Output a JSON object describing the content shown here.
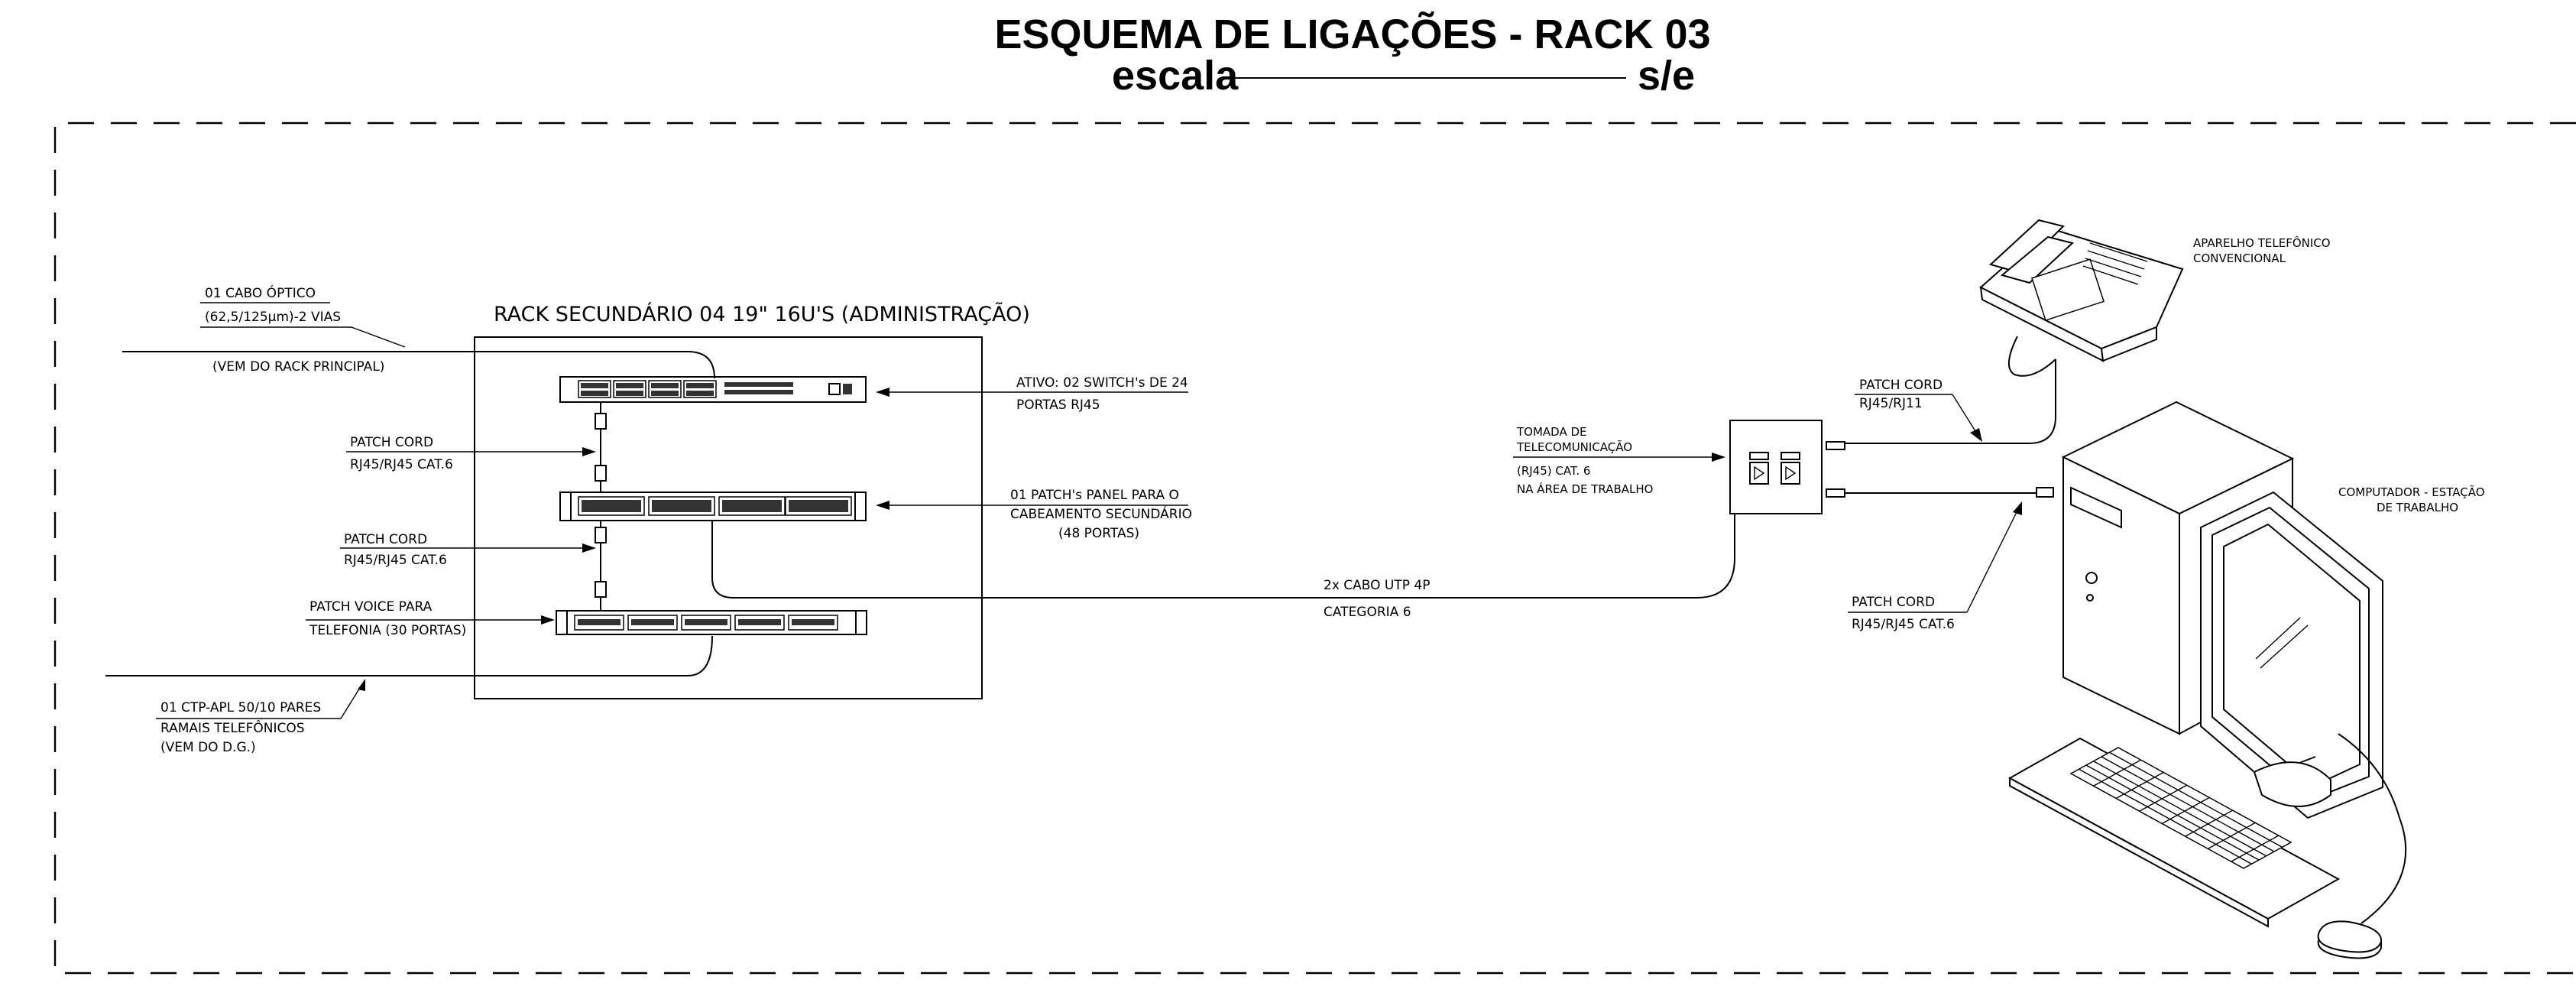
{
  "title": {
    "main": "ESQUEMA DE LIGAÇÕES - RACK 03",
    "scale_label": "escala",
    "scale_value": "s/e"
  },
  "rack": {
    "label": "RACK SECUNDÁRIO 04 19\" 16U'S (ADMINISTRAÇÃO)"
  },
  "left_labels": {
    "optical_cable_1": "01 CABO ÓPTICO",
    "optical_cable_2": "(62,5/125μm)-2 VIAS",
    "from_main_rack": "(VEM DO RACK PRINCIPAL)",
    "patch_cord_1a": "PATCH CORD",
    "patch_cord_1b": "RJ45/RJ45 CAT.6",
    "patch_cord_2a": "PATCH CORD",
    "patch_cord_2b": "RJ45/RJ45 CAT.6",
    "patch_voice_1": "PATCH VOICE PARA",
    "patch_voice_2": "TELEFONIA (30 PORTAS)",
    "ctp_1": "01 CTP-APL 50/10 PARES",
    "ctp_2": "RAMAIS TELEFÔNICOS",
    "ctp_3": "(VEM DO D.G.)"
  },
  "right_of_rack_labels": {
    "switch_1": "ATIVO: 02 SWITCH's DE 24",
    "switch_2": "PORTAS RJ45",
    "patch_panel_1": "01 PATCH's PANEL PARA O",
    "patch_panel_2": "CABEAMENTO SECUNDÁRIO",
    "patch_panel_3": "(48 PORTAS)"
  },
  "cable": {
    "line_1": "2x CABO UTP 4P",
    "line_2": "CATEGORIA 6"
  },
  "outlet": {
    "line_1": "TOMADA DE",
    "line_2": "TELECOMUNICAÇÃO",
    "line_3": "(RJ45) CAT. 6",
    "line_4": "NA ÁREA DE TRABALHO"
  },
  "workstation_labels": {
    "phone_1": "APARELHO TELEFÔNICO",
    "phone_2": "CONVENCIONAL",
    "phone_cord_1": "PATCH CORD",
    "phone_cord_2": "RJ45/RJ11",
    "computer_1": "COMPUTADOR - ESTAÇÃO",
    "computer_2": "DE TRABALHO",
    "pc_cord_1": "PATCH CORD",
    "pc_cord_2": "RJ45/RJ45 CAT.6"
  },
  "colors": {
    "line": "#000000",
    "background": "#ffffff"
  }
}
